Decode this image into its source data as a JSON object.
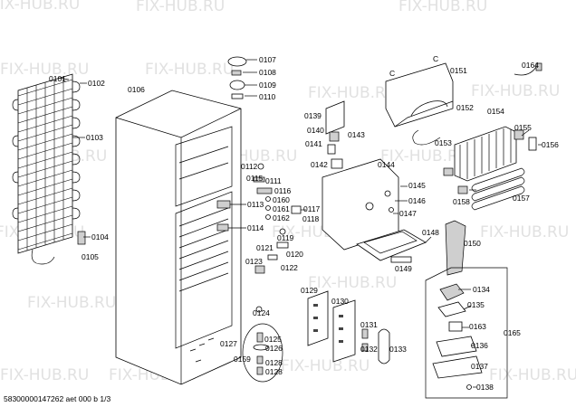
{
  "watermark": "FIX-HUB.RU",
  "footer": "58300000147262 aet 000 b 1/3",
  "labels": {
    "p0101": "0101",
    "p0102": "0102",
    "p0103": "0103",
    "p0104": "0104",
    "p0105": "0105",
    "p0106": "0106",
    "p0107": "0107",
    "p0108": "0108",
    "p0109": "0109",
    "p0110": "0110",
    "p0111": "0111",
    "p0112": "0112",
    "p0113": "0113",
    "p0114": "0114",
    "p0115": "0115",
    "p0116": "0116",
    "p0117": "0117",
    "p0118": "0118",
    "p0119": "0119",
    "p0120": "0120",
    "p0121": "0121",
    "p0122": "0122",
    "p0123": "0123",
    "p0124": "0124",
    "p0125": "0125",
    "p0126": "0126",
    "p0127": "0127",
    "p0128a": "0128",
    "p0128b": "0128",
    "p0129": "0129",
    "p0130": "0130",
    "p0131": "0131",
    "p0132": "0132",
    "p0133": "0133",
    "p0134": "0134",
    "p0135": "0135",
    "p0136": "0136",
    "p0137": "0137",
    "p0138": "0138",
    "p0139": "0139",
    "p0140": "0140",
    "p0141": "0141",
    "p0142": "0142",
    "p0143": "0143",
    "p0144": "0144",
    "p0145": "0145",
    "p0146": "0146",
    "p0147": "0147",
    "p0148": "0148",
    "p0149": "0149",
    "p0150": "0150",
    "p0151": "0151",
    "p0152": "0152",
    "p0153": "0153",
    "p0154": "0154",
    "p0155": "0155",
    "p0156": "0156",
    "p0157": "0157",
    "p0158": "0158",
    "p0159": "0159",
    "p0160": "0160",
    "p0161": "0161",
    "p0162": "0162",
    "p0163": "0163",
    "p0164": "0164",
    "p0165": "0165",
    "cA": "C",
    "cB": "C"
  }
}
